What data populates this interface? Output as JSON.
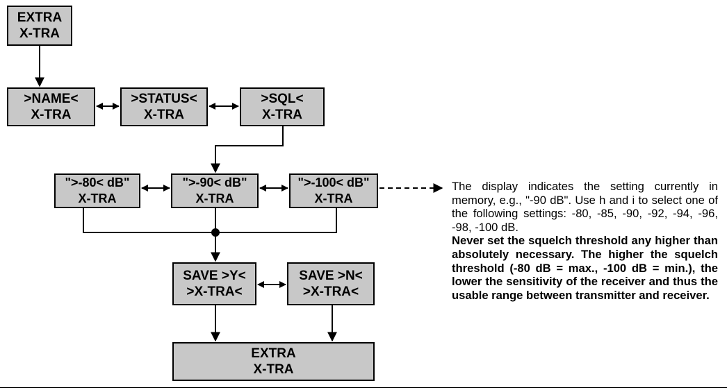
{
  "boxes": {
    "extra_top": {
      "line1": "EXTRA",
      "line2": "X-TRA"
    },
    "name": {
      "line1": ">NAME<",
      "line2": "X-TRA"
    },
    "status": {
      "line1": ">STATUS<",
      "line2": "X-TRA"
    },
    "sql": {
      "line1": ">SQL<",
      "line2": "X-TRA"
    },
    "db80": {
      "line1": "\">-80< dB\"",
      "line2": "X-TRA"
    },
    "db90": {
      "line1": "\">-90< dB\"",
      "line2": "X-TRA"
    },
    "db100": {
      "line1": "\">-100< dB\"",
      "line2": "X-TRA"
    },
    "save_y": {
      "line1": "SAVE >Y<",
      "line2": ">X-TRA<"
    },
    "save_n": {
      "line1": "SAVE >N<",
      "line2": ">X-TRA<"
    },
    "extra_bottom": {
      "line1": "EXTRA",
      "line2": "X-TRA"
    }
  },
  "description": {
    "normal": "The display indicates the setting currently in memory, e.g., \"-90 dB\". Use h and i to select one of the following settings: -80, -85, -90, -92, -94, -96, -98, -100 dB.",
    "bold": "Never set the squelch threshold any higher than absolutely necessary. The higher the squelch threshold (-80 dB = max., -100 dB = min.), the lower the sensitivity of the receiver and thus the usable range between transmitter and receiver."
  },
  "colors": {
    "box_fill": "#c8c8c8",
    "line": "#000000"
  }
}
